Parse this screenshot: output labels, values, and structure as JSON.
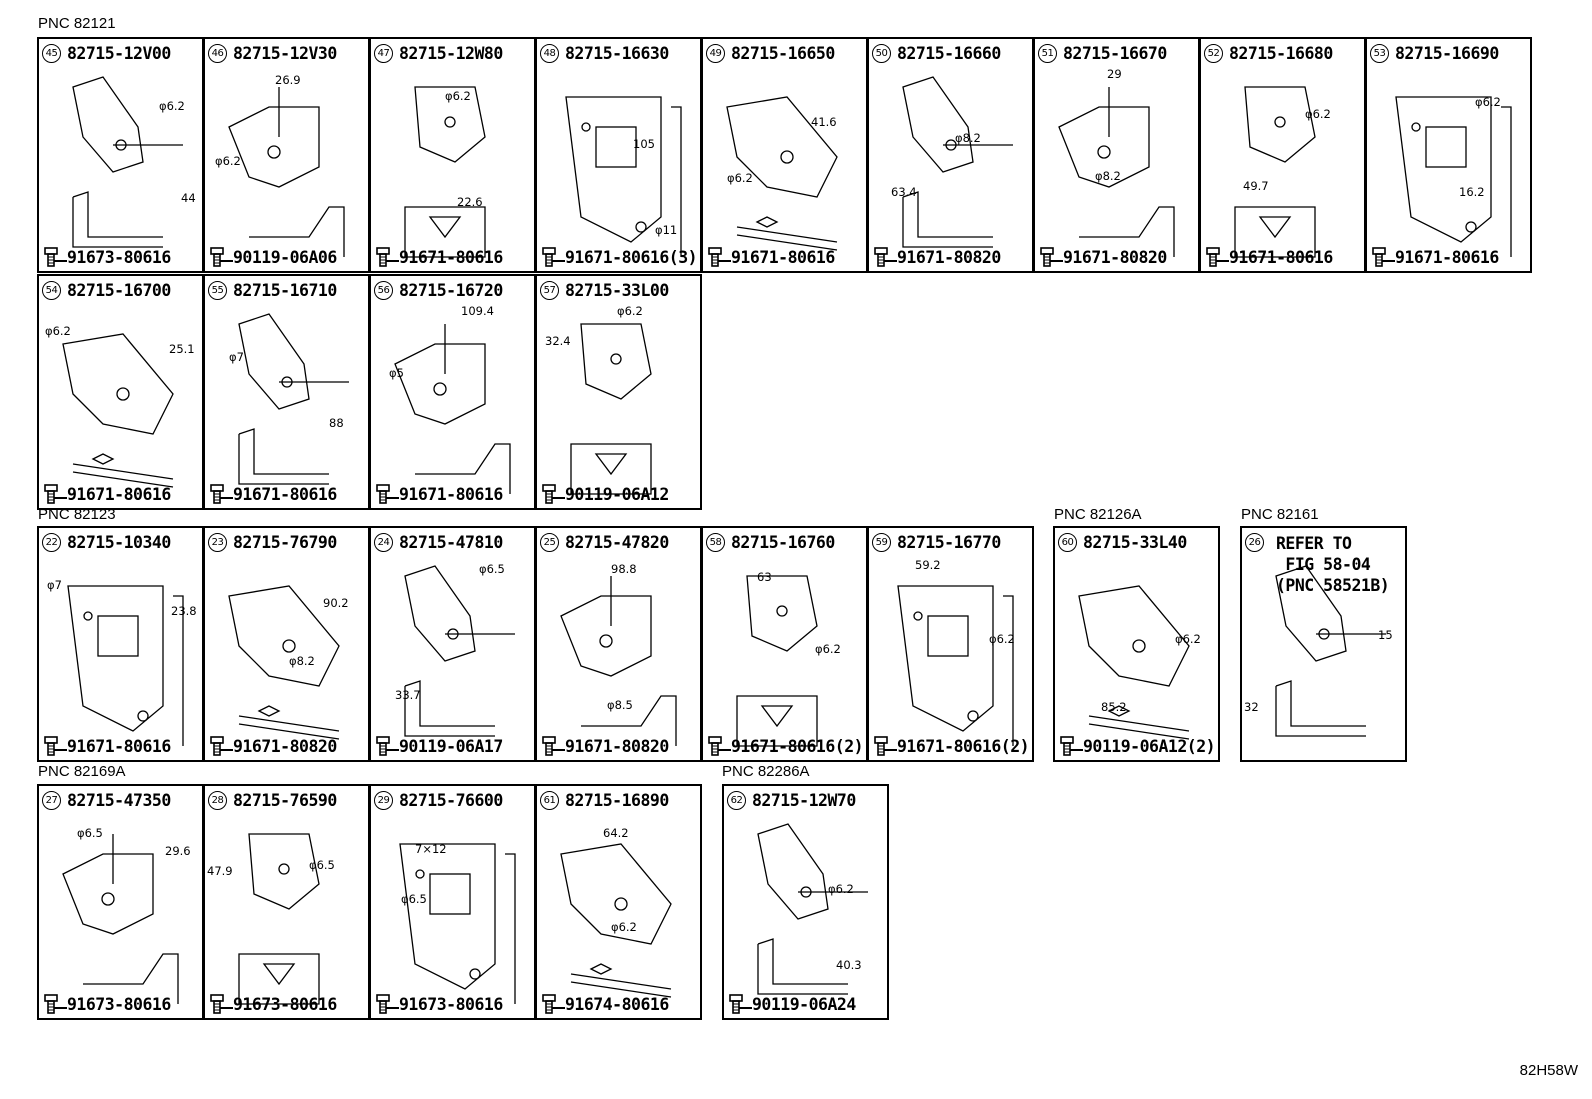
{
  "groups": [
    {
      "pnc": "PNC 82121"
    },
    {
      "pnc": "PNC 82123"
    },
    {
      "pnc": "PNC 82126A"
    },
    {
      "pnc": "PNC 82161"
    },
    {
      "pnc": "PNC 82169A"
    },
    {
      "pnc": "PNC 82286A"
    }
  ],
  "cells": [
    {
      "num": "45",
      "part": "82715-12V00",
      "bolt": "91673-80616",
      "dims": [
        "φ6.2",
        "44"
      ]
    },
    {
      "num": "46",
      "part": "82715-12V30",
      "bolt": "90119-06A06",
      "dims": [
        "26.9",
        "φ6.2"
      ]
    },
    {
      "num": "47",
      "part": "82715-12W80",
      "bolt": "91671-80616",
      "dims": [
        "φ6.2",
        "22.6"
      ]
    },
    {
      "num": "48",
      "part": "82715-16630",
      "bolt": "91671-80616(3)",
      "dims": [
        "105",
        "φ11"
      ]
    },
    {
      "num": "49",
      "part": "82715-16650",
      "bolt": "91671-80616",
      "dims": [
        "41.6",
        "φ6.2"
      ]
    },
    {
      "num": "50",
      "part": "82715-16660",
      "bolt": "91671-80820",
      "dims": [
        "φ8.2",
        "63.4"
      ]
    },
    {
      "num": "51",
      "part": "82715-16670",
      "bolt": "91671-80820",
      "dims": [
        "29",
        "φ8.2"
      ]
    },
    {
      "num": "52",
      "part": "82715-16680",
      "bolt": "91671-80616",
      "dims": [
        "φ6.2",
        "49.7"
      ]
    },
    {
      "num": "53",
      "part": "82715-16690",
      "bolt": "91671-80616",
      "dims": [
        "φ6.2",
        "16.2"
      ]
    },
    {
      "num": "54",
      "part": "82715-16700",
      "bolt": "91671-80616",
      "dims": [
        "φ6.2",
        "25.1"
      ]
    },
    {
      "num": "55",
      "part": "82715-16710",
      "bolt": "91671-80616",
      "dims": [
        "φ7",
        "88"
      ]
    },
    {
      "num": "56",
      "part": "82715-16720",
      "bolt": "91671-80616",
      "dims": [
        "109.4",
        "φ5"
      ]
    },
    {
      "num": "57",
      "part": "82715-33L00",
      "bolt": "90119-06A12",
      "dims": [
        "32.4",
        "φ6.2"
      ]
    },
    {
      "num": "22",
      "part": "82715-10340",
      "bolt": "91671-80616",
      "dims": [
        "φ7",
        "23.8"
      ]
    },
    {
      "num": "23",
      "part": "82715-76790",
      "bolt": "91671-80820",
      "dims": [
        "90.2",
        "φ8.2"
      ]
    },
    {
      "num": "24",
      "part": "82715-47810",
      "bolt": "90119-06A17",
      "dims": [
        "φ6.5",
        "33.7"
      ]
    },
    {
      "num": "25",
      "part": "82715-47820",
      "bolt": "91671-80820",
      "dims": [
        "98.8",
        "φ8.5"
      ]
    },
    {
      "num": "58",
      "part": "82715-16760",
      "bolt": "91671-80616(2)",
      "dims": [
        "63",
        "φ6.2"
      ]
    },
    {
      "num": "59",
      "part": "82715-16770",
      "bolt": "91671-80616(2)",
      "dims": [
        "59.2",
        "φ6.2"
      ]
    },
    {
      "num": "60",
      "part": "82715-33L40",
      "bolt": "90119-06A12(2)",
      "dims": [
        "φ6.2",
        "85.2"
      ]
    },
    {
      "num": "26",
      "refer": "REFER TO\n FIG 58-04\n(PNC 58521B)",
      "dims": [
        "15",
        "32"
      ]
    },
    {
      "num": "27",
      "part": "82715-47350",
      "bolt": "91673-80616",
      "dims": [
        "φ6.5",
        "29.6"
      ]
    },
    {
      "num": "28",
      "part": "82715-76590",
      "bolt": "91673-80616",
      "dims": [
        "47.9",
        "φ6.5"
      ]
    },
    {
      "num": "29",
      "part": "82715-76600",
      "bolt": "91673-80616",
      "dims": [
        "7×12",
        "φ6.5"
      ]
    },
    {
      "num": "61",
      "part": "82715-16890",
      "bolt": "91674-80616",
      "dims": [
        "64.2",
        "φ6.2"
      ]
    },
    {
      "num": "62",
      "part": "82715-12W70",
      "bolt": "90119-06A24",
      "dims": [
        "φ6.2",
        "40.3"
      ]
    }
  ],
  "figure_code": "82H58W"
}
